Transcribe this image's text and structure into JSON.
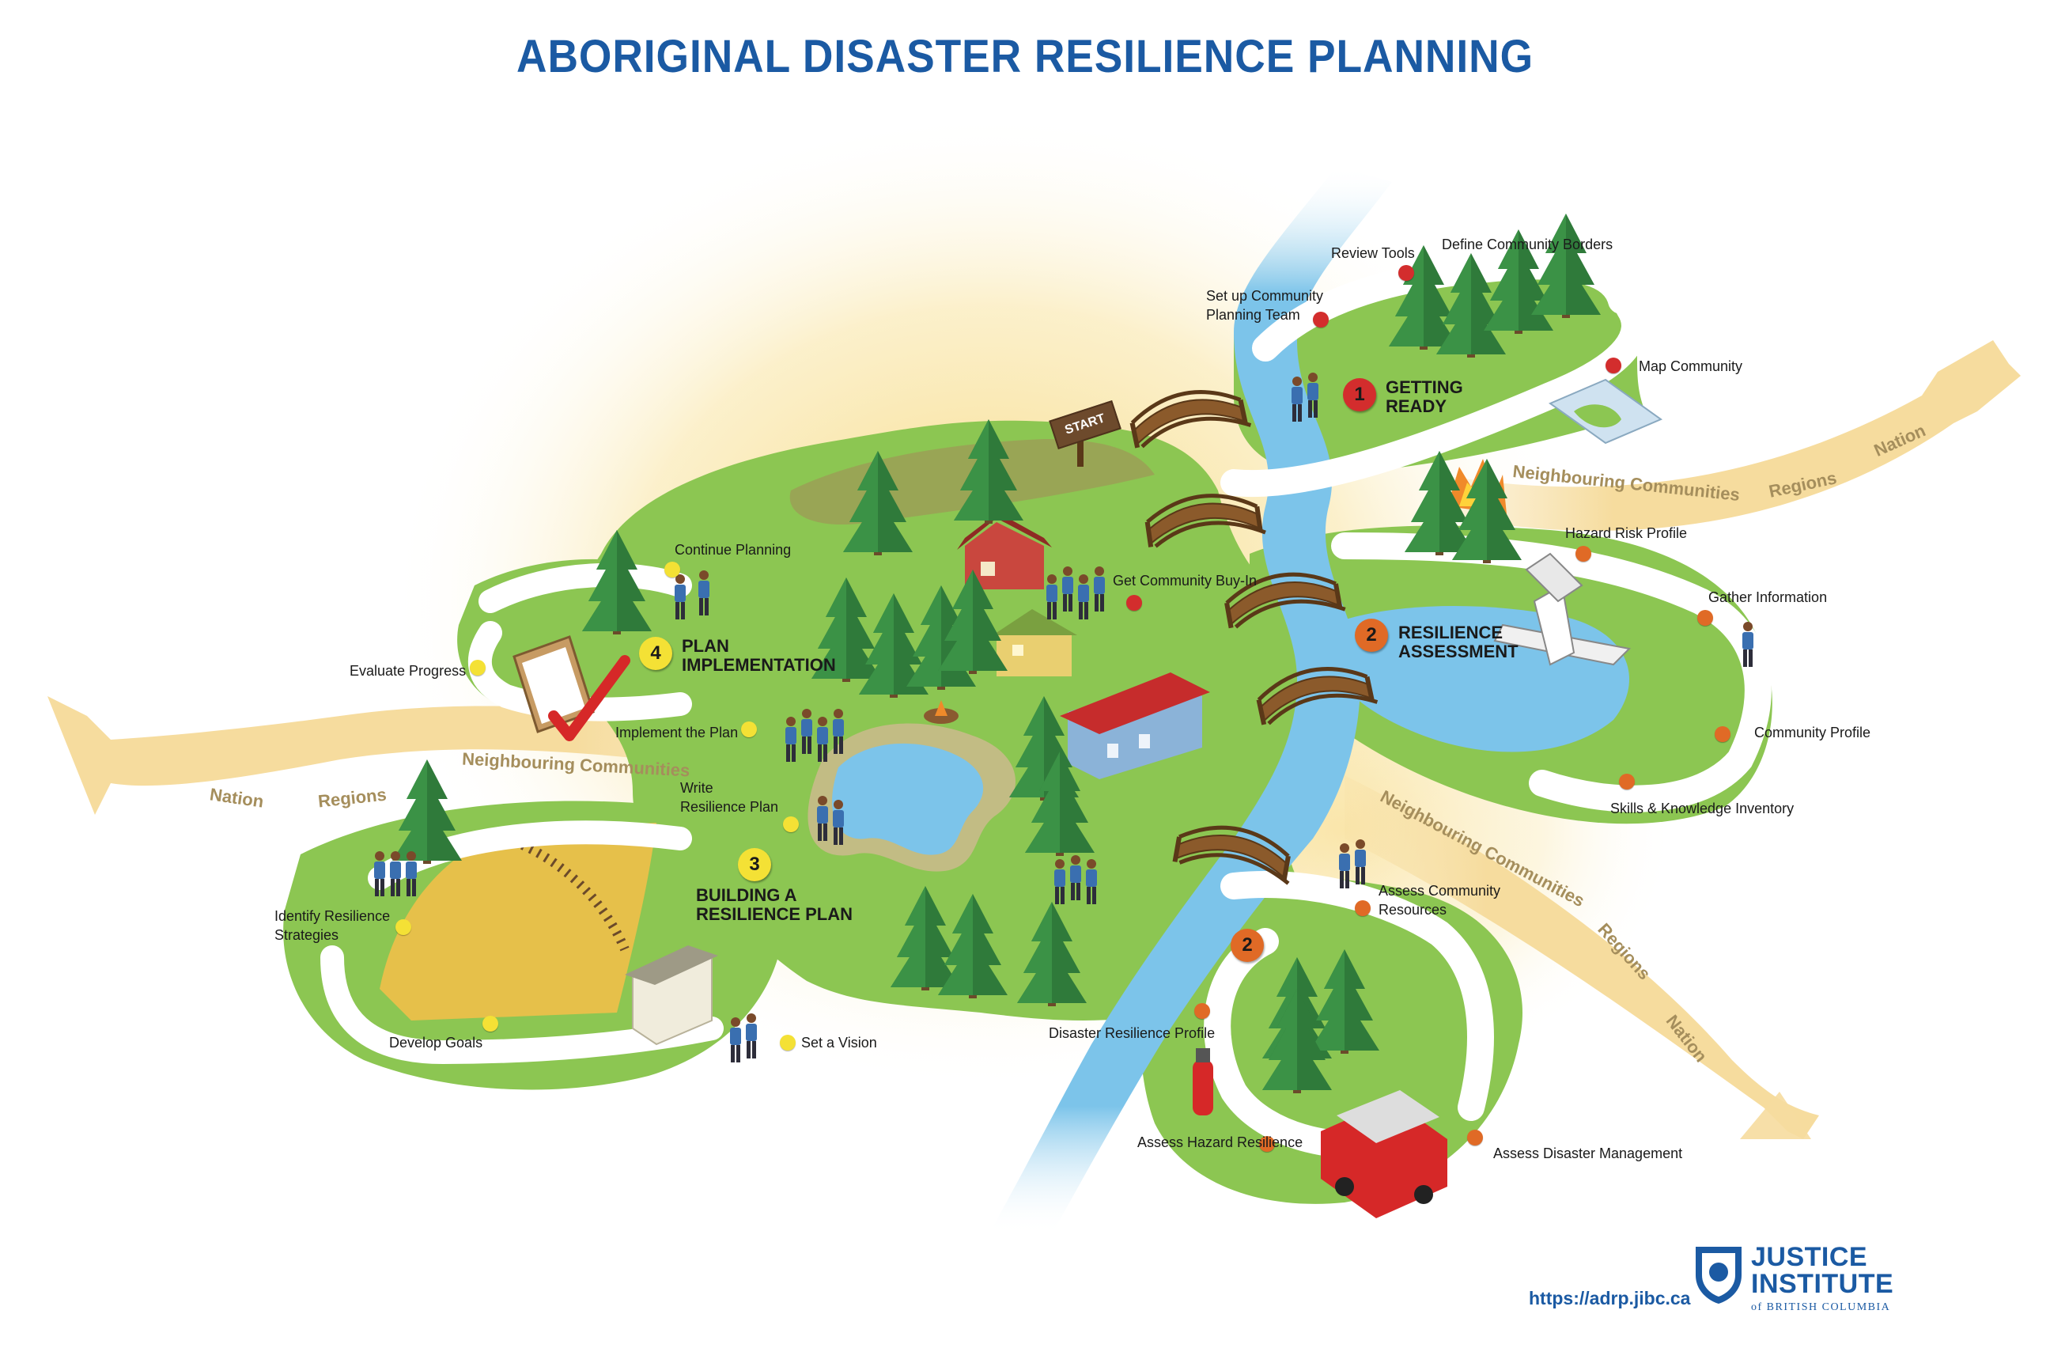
{
  "title": "ABORIGINAL DISASTER RESILIENCE PLANNING",
  "start_sign": "START",
  "colors": {
    "title_blue": "#1b5aa3",
    "grass": "#8cc652",
    "grass_dark": "#6fa840",
    "path": "#ffffff",
    "water": "#7cc4ea",
    "band": "#f6dc9e",
    "band_text": "#a58e5c",
    "step1_red": "#d32d2d",
    "step2_orange": "#e06a26",
    "step3_yellow": "#f4e135",
    "step4_yellow": "#f4e135"
  },
  "stages": [
    {
      "id": "1",
      "name_line1": "GETTING",
      "name_line2": "READY",
      "color": "#d32d2d"
    },
    {
      "id": "2",
      "name_line1": "RESILIENCE",
      "name_line2": "ASSESSMENT",
      "color": "#e06a26"
    },
    {
      "id": "2",
      "color": "#e06a26"
    },
    {
      "id": "3",
      "name_line1": "BUILDING A",
      "name_line2": "RESILIENCE PLAN",
      "color": "#f4e135"
    },
    {
      "id": "4",
      "name_line1": "PLAN",
      "name_line2": "IMPLEMENTATION",
      "color": "#f4e135"
    }
  ],
  "steps": {
    "review_tools": "Review Tools",
    "define_borders": "Define Community Borders",
    "setup_team_1": "Set up Community",
    "setup_team_2": "Planning Team",
    "map_community": "Map Community",
    "get_buyin": "Get Community Buy-In",
    "hazard_risk": "Hazard Risk Profile",
    "gather_info": "Gather Information",
    "community_profile": "Community Profile",
    "skills_inventory": "Skills & Knowledge Inventory",
    "assess_resources_1": "Assess Community",
    "assess_resources_2": "Resources",
    "disaster_profile": "Disaster Resilience Profile",
    "assess_hazard": "Assess Hazard Resilience",
    "assess_management": "Assess Disaster Management",
    "continue_planning": "Continue Planning",
    "evaluate_progress": "Evaluate Progress",
    "implement_plan": "Implement the Plan",
    "write_plan_1": "Write",
    "write_plan_2": "Resilience Plan",
    "identify_strategies_1": "Identify Resilience",
    "identify_strategies_2": "Strategies",
    "develop_goals": "Develop Goals",
    "set_vision": "Set a Vision"
  },
  "bands": {
    "right_upper": {
      "neighbouring": "Neighbouring Communities",
      "regions": "Regions",
      "nation": "Nation"
    },
    "left": {
      "nation": "Nation",
      "regions": "Regions",
      "neighbouring": "Neighbouring Communities"
    },
    "right_lower": {
      "neighbouring": "Neighbouring Communities",
      "regions": "Regions",
      "nation": "Nation"
    }
  },
  "footer": {
    "url": "https://adrp.jibc.ca",
    "logo_line1": "JUSTICE",
    "logo_line2": "INSTITUTE",
    "logo_line3": "of BRITISH COLUMBIA"
  }
}
